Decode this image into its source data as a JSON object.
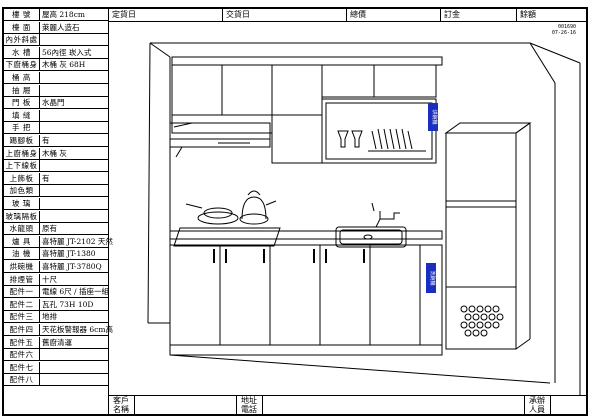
{
  "header": {
    "order_date": "定貨日",
    "delivery_date": "交貨日",
    "total_price": "總價",
    "deposit": "訂金",
    "balance": "餘額"
  },
  "spec_table": [
    {
      "label": "樓 號",
      "value": "屋高 218cm"
    },
    {
      "label": "檯 面",
      "value": "萊麗人造石"
    },
    {
      "label": "內外斜處",
      "value": ""
    },
    {
      "label": "水 槽",
      "value": "56內徑 崁入式"
    },
    {
      "label": "下廚桶身",
      "value": "木桶 灰  68H"
    },
    {
      "label": "桶 高",
      "value": ""
    },
    {
      "label": "抽 屜",
      "value": ""
    },
    {
      "label": "門 板",
      "value": "水晶門"
    },
    {
      "label": "填 縫",
      "value": ""
    },
    {
      "label": "手 把",
      "value": ""
    },
    {
      "label": "踢腳板",
      "value": "有"
    },
    {
      "label": "上廚桶身",
      "value": "木桶 灰"
    },
    {
      "label": "上下線板",
      "value": ""
    },
    {
      "label": "上飾板",
      "value": "有"
    },
    {
      "label": "加色類",
      "value": ""
    },
    {
      "label": "玻 璃",
      "value": ""
    },
    {
      "label": "玻璃隔板",
      "value": ""
    },
    {
      "label": "水龍頭",
      "value": "原有"
    },
    {
      "label": "爐 具",
      "value": "喜特麗 JT-2102 天然"
    },
    {
      "label": "油 機",
      "value": "喜特麗 JT-1380"
    },
    {
      "label": "烘碗機",
      "value": "喜特麗 JT-3780Q"
    },
    {
      "label": "排煙管",
      "value": "十尺"
    },
    {
      "label": "配件一",
      "value": "電線 6尺 / 插座一組"
    },
    {
      "label": "配件二",
      "value": "瓦孔 73H  10D"
    },
    {
      "label": "配件三",
      "value": "地排"
    },
    {
      "label": "配件四",
      "value": "天花板警報器 6cm高"
    },
    {
      "label": "配件五",
      "value": "舊廚清運"
    },
    {
      "label": "配件六",
      "value": ""
    },
    {
      "label": "配件七",
      "value": ""
    },
    {
      "label": "配件八",
      "value": ""
    }
  ],
  "doc_code": {
    "line1": "001690",
    "line2": "07-26-16"
  },
  "drawing": {
    "cabinet_tag_upper": "烘碗機",
    "cabinet_tag_lower": "洗碗機"
  },
  "footer": {
    "customer_name": "客戶名稱",
    "address_phone": "地址電話",
    "handler": "承辦人員"
  }
}
